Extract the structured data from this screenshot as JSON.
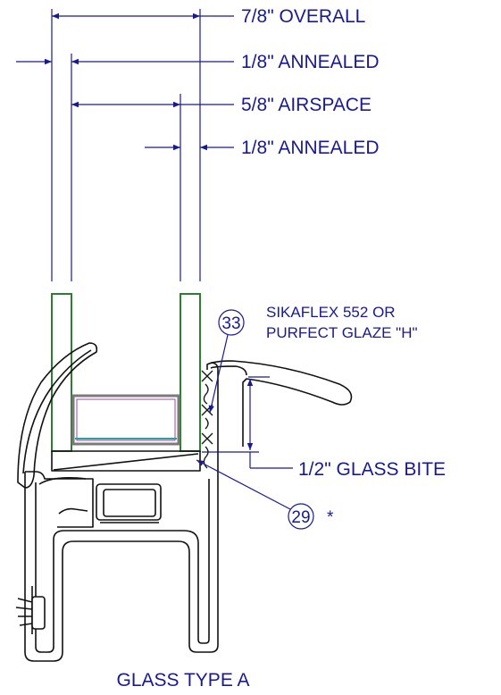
{
  "dimensions": {
    "overall": "7/8\"  OVERALL",
    "outer_glass": "1/8\"  ANNEALED",
    "airspace": "5/8\"  AIRSPACE",
    "inner_glass": "1/8\"  ANNEALED",
    "glass_bite": "1/2\"  GLASS BITE"
  },
  "notes": {
    "sealant_line1": "SIKAFLEX 552 OR",
    "sealant_line2": "PURFECT GLAZE \"H\""
  },
  "callouts": {
    "sealant_ref": "33",
    "setting_block_ref": "29",
    "setting_block_mark": "*"
  },
  "title": "GLASS TYPE A",
  "colors": {
    "dimension_blue": "#1a1a8c",
    "glass_green": "#2e7d32",
    "profile_black": "#111111"
  }
}
